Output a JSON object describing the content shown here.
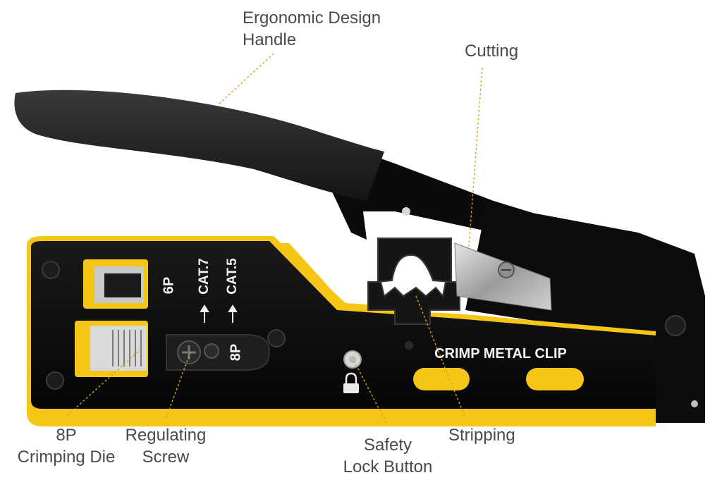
{
  "callouts": {
    "handle": [
      "Ergonomic Design",
      "Handle"
    ],
    "cutting": [
      "Cutting"
    ],
    "die8p": [
      "8P",
      "Crimping Die"
    ],
    "screw": [
      "Regulating",
      "Screw"
    ],
    "safety": [
      "Safety",
      "Lock Button"
    ],
    "stripping": [
      "Stripping"
    ]
  },
  "tool_markings": {
    "port_6p": "6P",
    "cat7": "CAT.7",
    "cat5": "CAT.5",
    "screw_plate": "8P",
    "crimp": "CRIMP METAL CLIP"
  },
  "colors": {
    "body": "#0e0e0e",
    "yellow": "#f5c518",
    "callout_line": "#d9a21a",
    "label_text": "#4a4a4a"
  },
  "icons": [
    "lock-icon",
    "arrow-up-icon"
  ]
}
